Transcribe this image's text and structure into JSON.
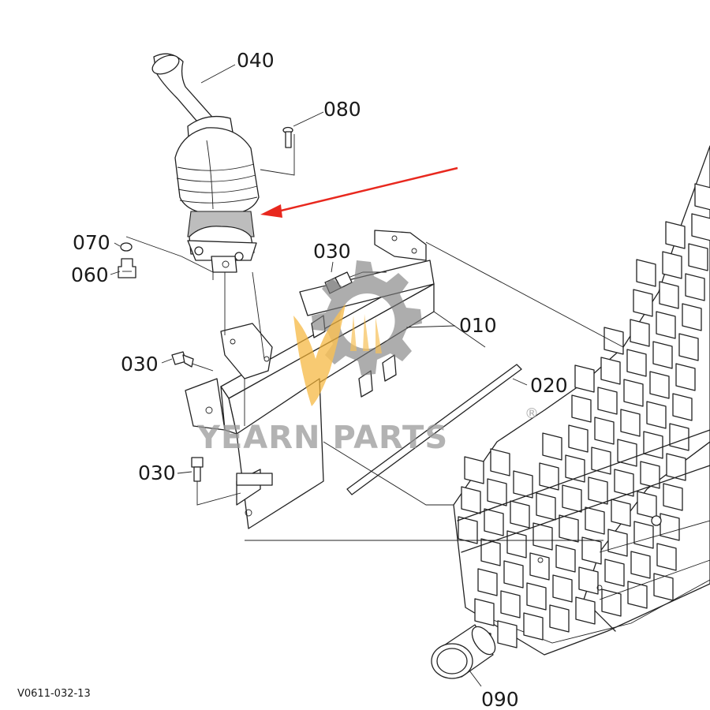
{
  "parts": [
    {
      "label": "040"
    },
    {
      "label": "080"
    },
    {
      "label": "070"
    },
    {
      "label": "060"
    },
    {
      "label": "030"
    },
    {
      "label": "010"
    },
    {
      "label": "030"
    },
    {
      "label": "020"
    },
    {
      "label": "030"
    },
    {
      "label": "090"
    }
  ],
  "diagram_code": "V0611-032-13",
  "watermark": {
    "brand": "YEARN PARTS",
    "registered_mark": "®",
    "colors": {
      "gear": "#7a7a7a",
      "flame": "#f5b335",
      "text": "#9a9a9a"
    }
  },
  "highlight_arrow": {
    "color": "#e8281e"
  }
}
